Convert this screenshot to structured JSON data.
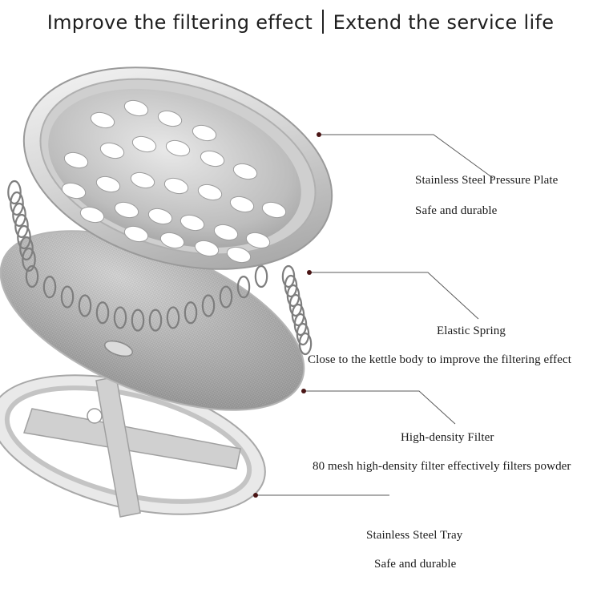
{
  "headline": {
    "left": "Improve the filtering effect",
    "right": "Extend the service life"
  },
  "colors": {
    "leader_line": "#5a5a5a",
    "leader_dot": "#4a1515",
    "steel_light": "#f2f2f2",
    "steel_mid": "#c7c7c7",
    "steel_dark": "#8e8e8e"
  },
  "callouts": [
    {
      "title": "Stainless Steel Pressure Plate",
      "desc": "Safe and durable"
    },
    {
      "title": "Elastic Spring",
      "desc": "Close to the kettle body to improve the filtering effect"
    },
    {
      "title": "High-density Filter",
      "desc": "80 mesh high-density filter effectively filters powder"
    },
    {
      "title": "Stainless Steel Tray",
      "desc": "Safe and durable"
    }
  ]
}
